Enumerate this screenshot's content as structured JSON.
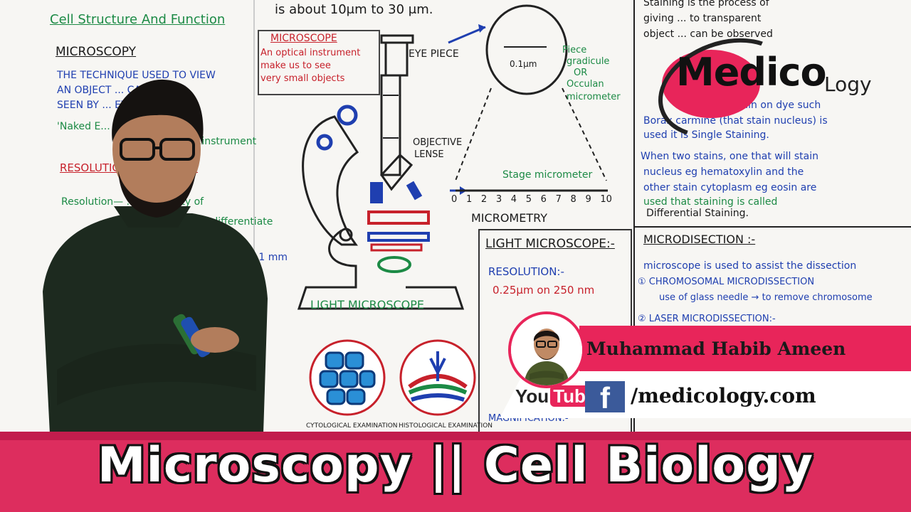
{
  "board": {
    "top_note": "is about 10μm to 30 μm.",
    "heading": "Cell Structure And Function",
    "microscopy_heading": "Microscopy",
    "microscopy_def": [
      "The technique used to view",
      "an object ... cannot be",
      "seen by ... eyes.",
      "'Naked E...  ...many",
      "...instrument"
    ],
    "resolution_heading": "Resolution ... ification",
    "resolution_text": [
      "Resolution— ...m capacity of",
      "...differentiate",
      "...1 mm"
    ],
    "microscope_box_title": "Microscope",
    "microscope_box_text": [
      "An optical instrument",
      "make us to see",
      "very small objects"
    ],
    "eye_piece": "Eye Piece",
    "objective_lense": [
      "Objective",
      "Lense"
    ],
    "reticle_value": "0.1μm",
    "eyepiece_graticule": [
      "Piece",
      "gradicule",
      "OR",
      "Occulan",
      "micrometer"
    ],
    "stage_micrometer": "Stage micrometer",
    "scale_numbers": [
      "0",
      "1",
      "2",
      "3",
      "4",
      "5",
      "6",
      "7",
      "8",
      "9",
      "10"
    ],
    "micrometry": "Micrometry",
    "light_microscope_label": "Light Microscope",
    "light_microscope_box_title": "Light Microscope:-",
    "lm_resolution": "Resolution:-",
    "lm_resolution_value": "0.25μm on 250 nm",
    "lm_magnification": "Magnification:-",
    "staining_text": [
      "Staining is the process of",
      "giving ... to transparent",
      "object ... can be observed"
    ],
    "single_staining": [
      "... stain on dye such",
      "Borax carmine (that stain nucleus) is",
      "used it is Single Staining."
    ],
    "differential_staining": [
      "When two stains, one that will stain",
      "nucleus eg hematoxylin and the",
      "other stain cytoplasm eg eosin are",
      "used that staining is called",
      "Differential Staining."
    ],
    "microdissection_heading": "Microdisection :-",
    "microdissection_text": "microscope is used to assist the dissection",
    "chromosomal": "① Chromosomal Microdissection",
    "chromosomal_text": "use of glass needle → to remove chromosome",
    "laser": "② Laser Microdissection:-",
    "cytology_label": "Cytological examination",
    "histology_label": "Histological examination"
  },
  "logo": {
    "main": "Medico",
    "sub": "Logy"
  },
  "credit": {
    "name": "Muhammad Habib Ameen",
    "youtube_you": "You",
    "youtube_tube": "Tube",
    "facebook_glyph": "f",
    "website": "/medicology.com"
  },
  "title": "Microscopy || Cell Biology",
  "colors": {
    "brand_pink": "#dd2d5e",
    "facebook_blue": "#3b5a9a"
  }
}
